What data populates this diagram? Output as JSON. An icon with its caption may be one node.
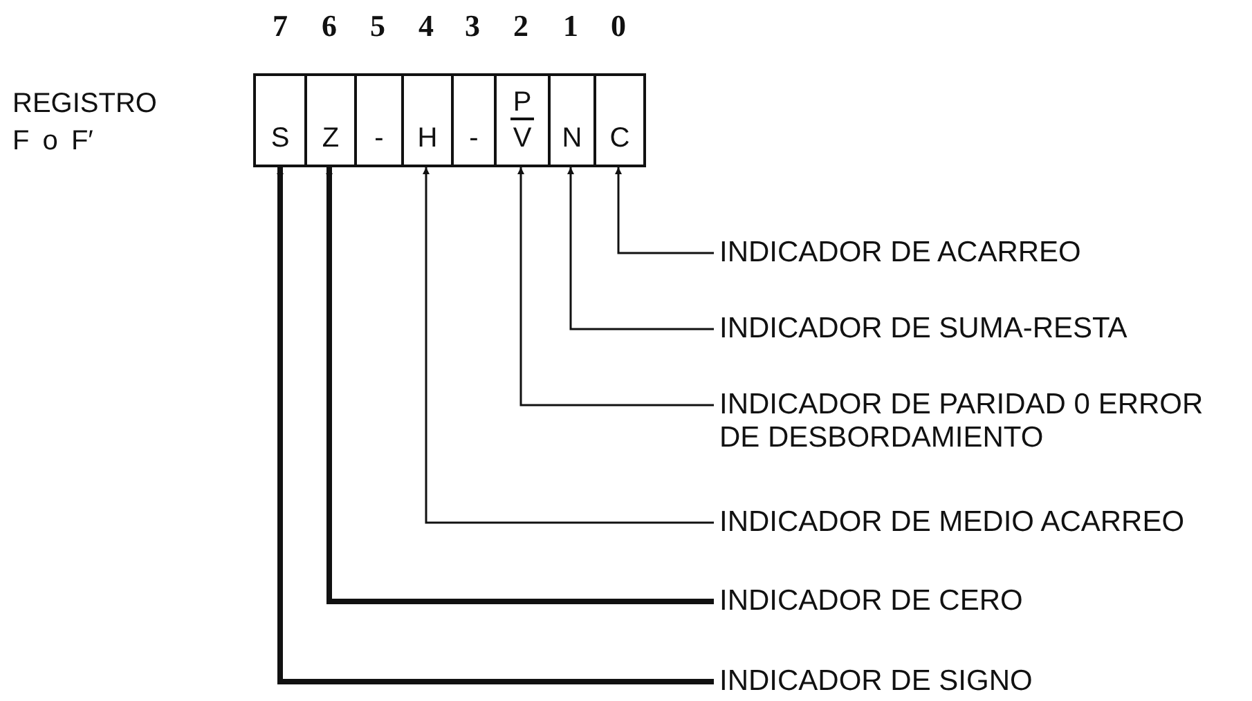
{
  "diagram": {
    "nodes": [
      {
        "text": [],
        "shape": "box"
      },
      {
        "text": [
          "S"
        ],
        "in": 0
      },
      {
        "text": [
          "Z"
        ],
        "in": 0
      },
      {
        "text": [
          "-"
        ],
        "in": 0
      },
      {
        "text": [
          "H"
        ],
        "in": 0
      },
      {
        "text": [
          "-"
        ],
        "in": 0
      },
      {
        "text": [
          "P",
          "V"
        ],
        "in": 0
      },
      {
        "text": [
          "N"
        ],
        "in": 0
      },
      {
        "text": [
          "C"
        ],
        "in": 0
      },
      {
        "text": [
          "INDICADOR DE ACARREO"
        ]
      },
      {
        "text": [
          "INDICADOR DE SUMA-RESTA"
        ]
      },
      {
        "text": [
          "INDICADOR DE PARIDAD 0 ERROR DE DESBORDAMIENTO"
        ]
      },
      {
        "text": [
          "INDICADOR DE MEDIO ACARREO"
        ]
      },
      {
        "text": [
          "INDICADOR DE CERO"
        ]
      },
      {
        "text": [
          "INDICADOR DE SIGNO"
        ]
      }
    ],
    "edges": [
      {
        "from": 9,
        "to": 8,
        "arrow": "to"
      },
      {
        "from": 10,
        "to": 7,
        "arrow": "to"
      },
      {
        "from": 11,
        "to": 6,
        "arrow": "to"
      },
      {
        "from": 12,
        "to": 4,
        "arrow": "to"
      },
      {
        "from": 13,
        "to": 2,
        "arrow": "to",
        "style": "thick"
      },
      {
        "from": 14,
        "to": 1,
        "arrow": "to",
        "style": "thick"
      }
    ],
    "labels": [
      "7",
      "6",
      "5",
      "4",
      "3",
      "2",
      "1",
      "0",
      "REGISTRO F o F′"
    ]
  }
}
